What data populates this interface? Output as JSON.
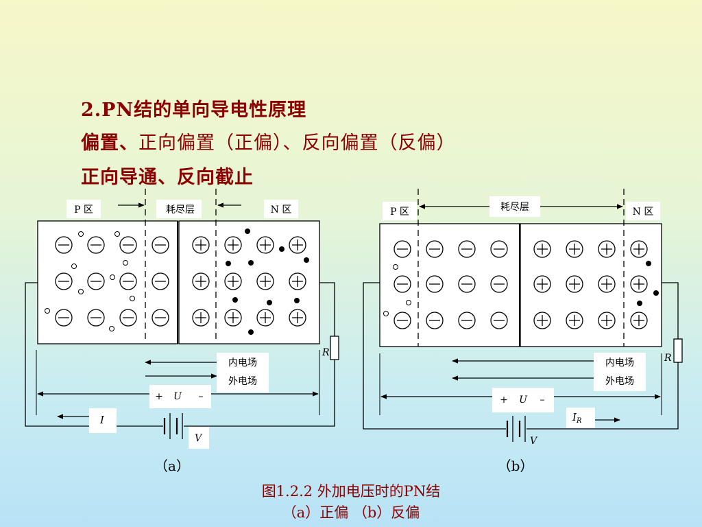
{
  "heading": {
    "line1": "2.PN结的单向导电性原理",
    "line2_bold": "偏置、",
    "line2_plain": "正向偏置（正偏）、反向偏置（反偏）",
    "line3": "正向导通、反向截止"
  },
  "diagram_a": {
    "p_region": "P 区",
    "depletion": "耗尽层",
    "n_region": "N 区",
    "inner_field": "内电场",
    "outer_field": "外电场",
    "plus": "+",
    "U": "U",
    "minus": "–",
    "I": "I",
    "V": "V",
    "R": "R",
    "label": "（a）"
  },
  "diagram_b": {
    "p_region": "P 区",
    "depletion": "耗尽层",
    "n_region": "N 区",
    "inner_field": "内电场",
    "outer_field": "外电场",
    "plus": "+",
    "U": "U",
    "minus": "–",
    "I": "I",
    "I_sub": "R",
    "V": "V",
    "R": "R",
    "label": "（b）"
  },
  "caption": {
    "line1": "图1.2.2  外加电压时的PN结",
    "line2": "（a）正偏  （b）反偏"
  },
  "colors": {
    "title": "#8b0000",
    "line": "#000000"
  }
}
